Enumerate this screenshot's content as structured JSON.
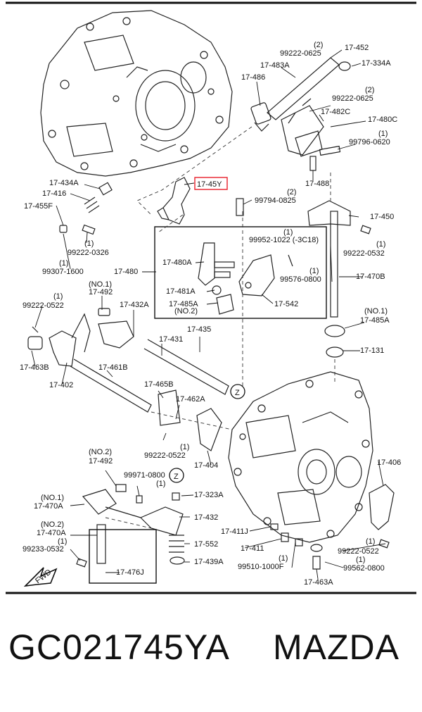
{
  "diagram": {
    "labels": {
      "p17452": "17-452",
      "p99222_0625a_no": "(2)",
      "p99222_0625a": "99222-0625",
      "p17483A": "17-483A",
      "p17334A": "17-334A",
      "p17486": "17-486",
      "p99222_0625b_no": "(2)",
      "p99222_0625b": "99222-0625",
      "p17482C": "17-482C",
      "p17480C": "17-480C",
      "p99796_no": "(1)",
      "p99796_0620": "99796-0620",
      "p17488": "17-488",
      "p17434A": "17-434A",
      "p17416": "17-416",
      "p17455F": "17-455F",
      "p99222_0326": "99222-0326",
      "p99222_0326_no": "(1)",
      "p99307_no": "(1)",
      "p99307_1600": "99307-1600",
      "p1745Y": "17-45Y",
      "p99794_no": "(2)",
      "p99794_0825": "99794-0825",
      "p17450": "17-450",
      "p99952_no": "(1)",
      "p99952_1022": "99952-1022 (-3C18)",
      "p17480A": "17-480A",
      "p17480": "17-480",
      "p99576_no": "(1)",
      "p99576_0800": "99576-0800",
      "p17481A": "17-481A",
      "p17485A_in": "17-485A",
      "p17485A_in_no": "(NO.2)",
      "p17542": "17-542",
      "p99222_0532_no": "(1)",
      "p99222_0532": "99222-0532",
      "p17470B": "17-470B",
      "p17492a_no": "(NO.1)",
      "p17492a": "17-492",
      "p99222_0522a_no": "(1)",
      "p99222_0522a": "99222-0522",
      "p17432A": "17-432A",
      "p17485A_r_no": "(NO.1)",
      "p17485A_r": "17-485A",
      "p17435": "17-435",
      "p17431": "17-431",
      "p17131": "17-131",
      "p17463B": "17-463B",
      "p17402": "17-402",
      "p17461B": "17-461B",
      "p17465B": "17-465B",
      "p17462A": "17-462A",
      "z1": "Z",
      "p99222_0522b": "99222-0522",
      "p99222_0522b_no": "(1)",
      "p17404": "17-404",
      "p17492b_no": "(NO.2)",
      "p17492b": "17-492",
      "p99971_0800": "99971-0800",
      "p99971_no": "(1)",
      "z2": "Z",
      "p17406": "17-406",
      "p17323A": "17-323A",
      "p17470A_1_no": "(NO.1)",
      "p17470A_1": "17-470A",
      "p17432": "17-432",
      "p17470A_2_no": "(NO.2)",
      "p17470A_2": "17-470A",
      "p99233_no": "(1)",
      "p99233_0532": "99233-0532",
      "p17552": "17-552",
      "p17411J": "17-411J",
      "p17411": "17-411",
      "p17439A": "17-439A",
      "p99222_0522c_no": "(1)",
      "p99222_0522c": "99222-0522",
      "p99510_no": "(1)",
      "p99510_1000F": "99510-1000F",
      "p99562_0800": "99562-0800",
      "p99562_no": "(1)",
      "p17476J": "17-476J",
      "p17463A": "17-463A",
      "fwd": "FWD"
    },
    "highlight_color": "#e8202a",
    "line_color": "#111111"
  },
  "caption": {
    "part_number": "GC021745YA",
    "brand": "MAZDA"
  }
}
